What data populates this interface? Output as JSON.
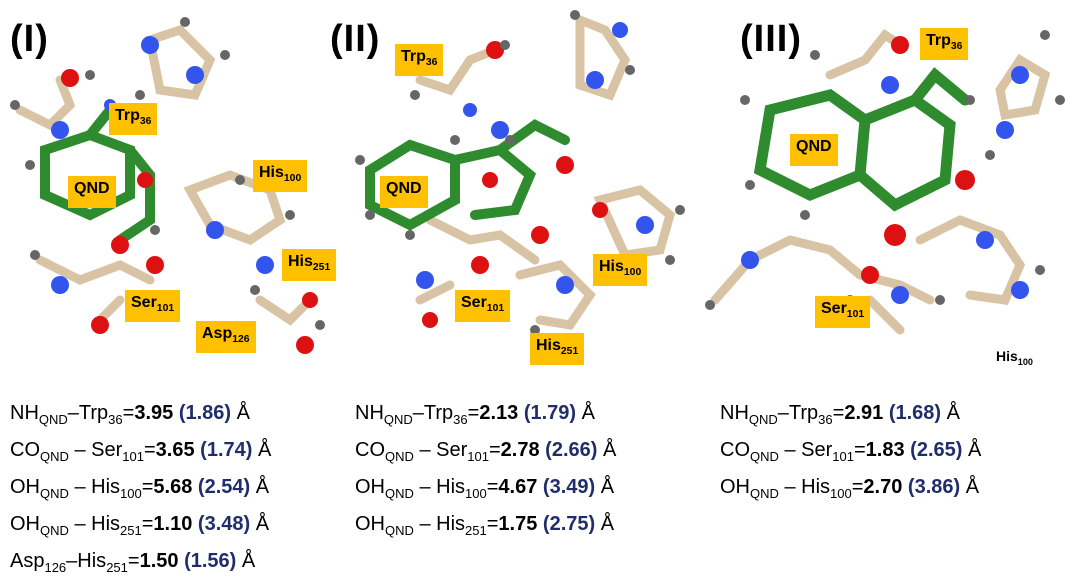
{
  "panels": [
    {
      "label": "(I)",
      "residues": [
        {
          "base": "Trp",
          "sub": "36"
        },
        {
          "base": "QND",
          "sub": ""
        },
        {
          "base": "His",
          "sub": "100"
        },
        {
          "base": "His",
          "sub": "251"
        },
        {
          "base": "Ser",
          "sub": "101"
        },
        {
          "base": "Asp",
          "sub": "126"
        }
      ],
      "distances": [
        {
          "a": "NH",
          "asub": "QND",
          "sep": "–",
          "b": "Trp",
          "bsub": "36",
          "v1": "3.95",
          "v2": "(1.86)",
          "unit": "Å"
        },
        {
          "a": "CO",
          "asub": "QND",
          "sep": " – ",
          "b": "Ser",
          "bsub": "101",
          "v1": "3.65",
          "v2": "(1.74)",
          "unit": "Å"
        },
        {
          "a": "OH",
          "asub": "QND",
          "sep": " – ",
          "b": "His",
          "bsub": "100",
          "v1": "5.68",
          "v2": "(2.54)",
          "unit": "Å"
        },
        {
          "a": "OH",
          "asub": "QND",
          "sep": " – ",
          "b": "His",
          "bsub": "251",
          "v1": "1.10",
          "v2": "(3.48)",
          "unit": "Å"
        },
        {
          "a": "Asp",
          "asub": "126",
          "sep": "–",
          "b": "His",
          "bsub": "251",
          "v1": "1.50",
          "v2": "(1.56)",
          "unit": "Å"
        }
      ]
    },
    {
      "label": "(II)",
      "residues": [
        {
          "base": "Trp",
          "sub": "36"
        },
        {
          "base": "QND",
          "sub": ""
        },
        {
          "base": "His",
          "sub": "100"
        },
        {
          "base": "Ser",
          "sub": "101"
        },
        {
          "base": "His",
          "sub": "251"
        }
      ],
      "distances": [
        {
          "a": "NH",
          "asub": "QND",
          "sep": "–",
          "b": "Trp",
          "bsub": "36",
          "v1": "2.13",
          "v2": "(1.79)",
          "unit": "Å"
        },
        {
          "a": "CO",
          "asub": "QND",
          "sep": " – ",
          "b": "Ser",
          "bsub": "101",
          "v1": "2.78",
          "v2": "(2.66)",
          "unit": "Å"
        },
        {
          "a": "OH",
          "asub": "QND",
          "sep": " – ",
          "b": "His",
          "bsub": "100",
          "v1": "4.67",
          "v2": "(3.49)",
          "unit": "Å"
        },
        {
          "a": "OH",
          "asub": "QND",
          "sep": " – ",
          "b": "His",
          "bsub": "251",
          "v1": "1.75",
          "v2": "(2.75)",
          "unit": "Å"
        }
      ]
    },
    {
      "label": "(III)",
      "residues": [
        {
          "base": "Trp",
          "sub": "36"
        },
        {
          "base": "QND",
          "sub": ""
        },
        {
          "base": "Ser",
          "sub": "101"
        },
        {
          "base": "His",
          "sub": "100"
        }
      ],
      "distances": [
        {
          "a": "NH",
          "asub": "QND",
          "sep": "–",
          "b": "Trp",
          "bsub": "36",
          "v1": "2.91",
          "v2": "(1.68)",
          "unit": "Å"
        },
        {
          "a": "CO",
          "asub": "QND",
          "sep": " – ",
          "b": "Ser",
          "bsub": "101",
          "v1": "1.83",
          "v2": "(2.65)",
          "unit": "Å"
        },
        {
          "a": "OH",
          "asub": "QND",
          "sep": " – ",
          "b": "His",
          "bsub": "100",
          "v1": "2.70",
          "v2": "(3.86)",
          "unit": "Å"
        }
      ]
    }
  ],
  "colors": {
    "label_bg": "#ffc000",
    "ligand_carbon": "#2e8b2e",
    "carbon": "#d8c3a5",
    "nitrogen": "#3355ee",
    "oxygen": "#dd1111",
    "hydrogen": "#666666",
    "secondary_value": "#1f2d6b"
  }
}
